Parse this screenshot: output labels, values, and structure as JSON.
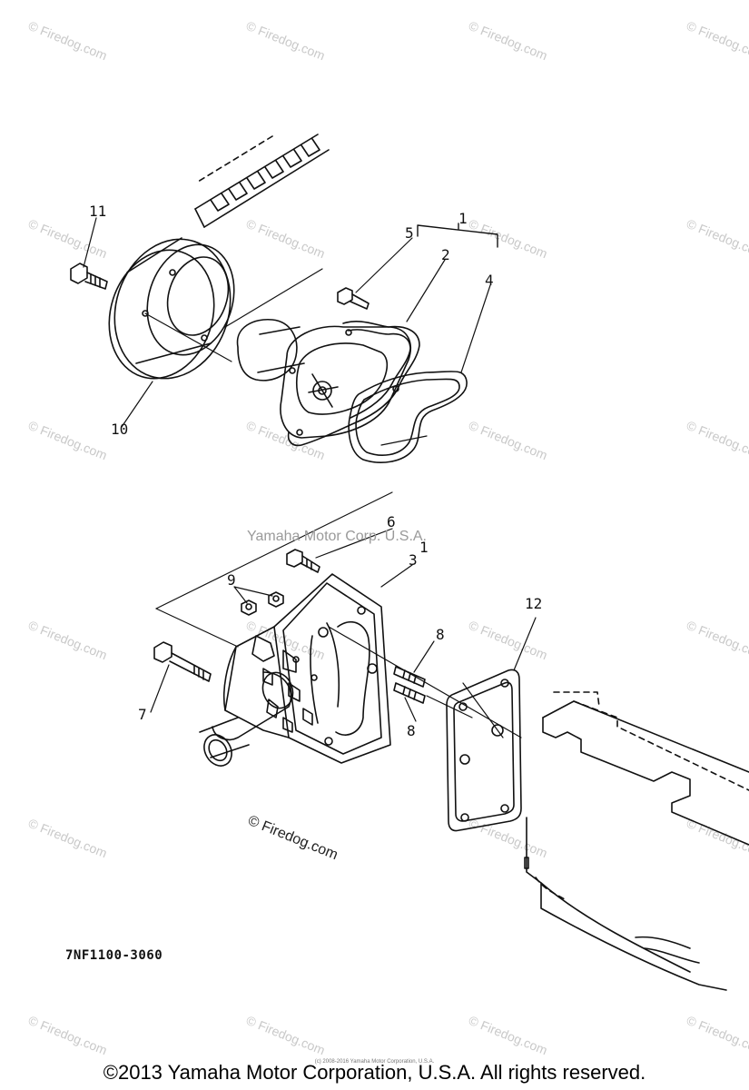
{
  "watermark_text": "© Firedog.com",
  "center_mark": "Yamaha Motor Corp. U.S.A.",
  "diagram_code": "7NF1100-3060",
  "tiny_credit": "(c) 2008-2016 Yamaha Motor Corporation, U.S.A.",
  "footer": "©2013 Yamaha Motor Corporation, U.S.A. All rights reserved.",
  "callouts": [
    "1",
    "1",
    "2",
    "3",
    "4",
    "5",
    "6",
    "7",
    "8",
    "8",
    "9",
    "10",
    "11",
    "12"
  ]
}
